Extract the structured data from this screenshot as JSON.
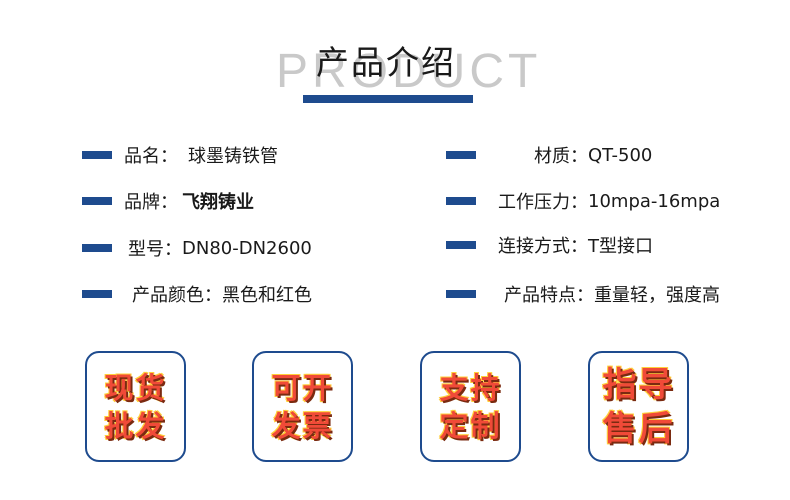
{
  "header": {
    "background_word": "PRODUCT",
    "title": "产品介绍"
  },
  "specs_left": [
    {
      "label": "品名：",
      "value": "球墨铸铁管",
      "strong": false
    },
    {
      "label": "品牌：",
      "value": "飞翔铸业",
      "strong": true
    },
    {
      "label": "型号：",
      "value": "DN80-DN2600",
      "strong": false
    },
    {
      "label": "产品颜色：",
      "value": "黑色和红色",
      "strong": false
    }
  ],
  "specs_right": [
    {
      "label": "材质：",
      "value": "QT-500"
    },
    {
      "label": "工作压力：",
      "value": "10mpa-16mpa"
    },
    {
      "label": "连接方式：",
      "value": "T型接口"
    },
    {
      "label": "产品特点：",
      "value": "重量轻，强度高"
    }
  ],
  "badges": [
    {
      "line1": "现货",
      "line2": "批发"
    },
    {
      "line1": "可开",
      "line2": "发票"
    },
    {
      "line1": "支持",
      "line2": "定制"
    },
    {
      "line1": "指导",
      "line2": "售后"
    }
  ],
  "colors": {
    "accent": "#1e4b8e",
    "badge_text": "#f04a38",
    "badge_outline": "#ffcf3a"
  }
}
